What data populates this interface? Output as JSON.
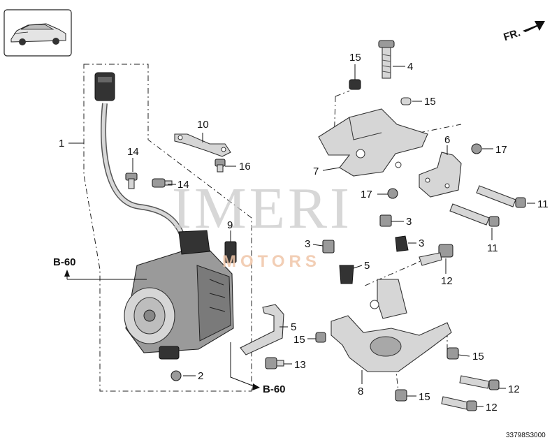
{
  "direction_label": "FR.",
  "watermark": {
    "main": "IMERI",
    "sub": "MOTORS"
  },
  "diagram_code": "33798S3000",
  "ref_labels": {
    "left": "B-60",
    "bottom": "B-60"
  },
  "callouts": {
    "c1": "1",
    "c2": "2",
    "c3a": "3",
    "c3b": "3",
    "c3c": "3",
    "c4": "4",
    "c5a": "5",
    "c5b": "5",
    "c6": "6",
    "c7": "7",
    "c8": "8",
    "c9": "9",
    "c10": "10",
    "c11a": "11",
    "c11b": "11",
    "c12a": "12",
    "c12b": "12",
    "c12c": "12",
    "c13": "13",
    "c14a": "14",
    "c14b": "14",
    "c15a": "15",
    "c15b": "15",
    "c15c": "15",
    "c15d": "15",
    "c15e": "15",
    "c16": "16",
    "c17a": "17",
    "c17b": "17"
  }
}
